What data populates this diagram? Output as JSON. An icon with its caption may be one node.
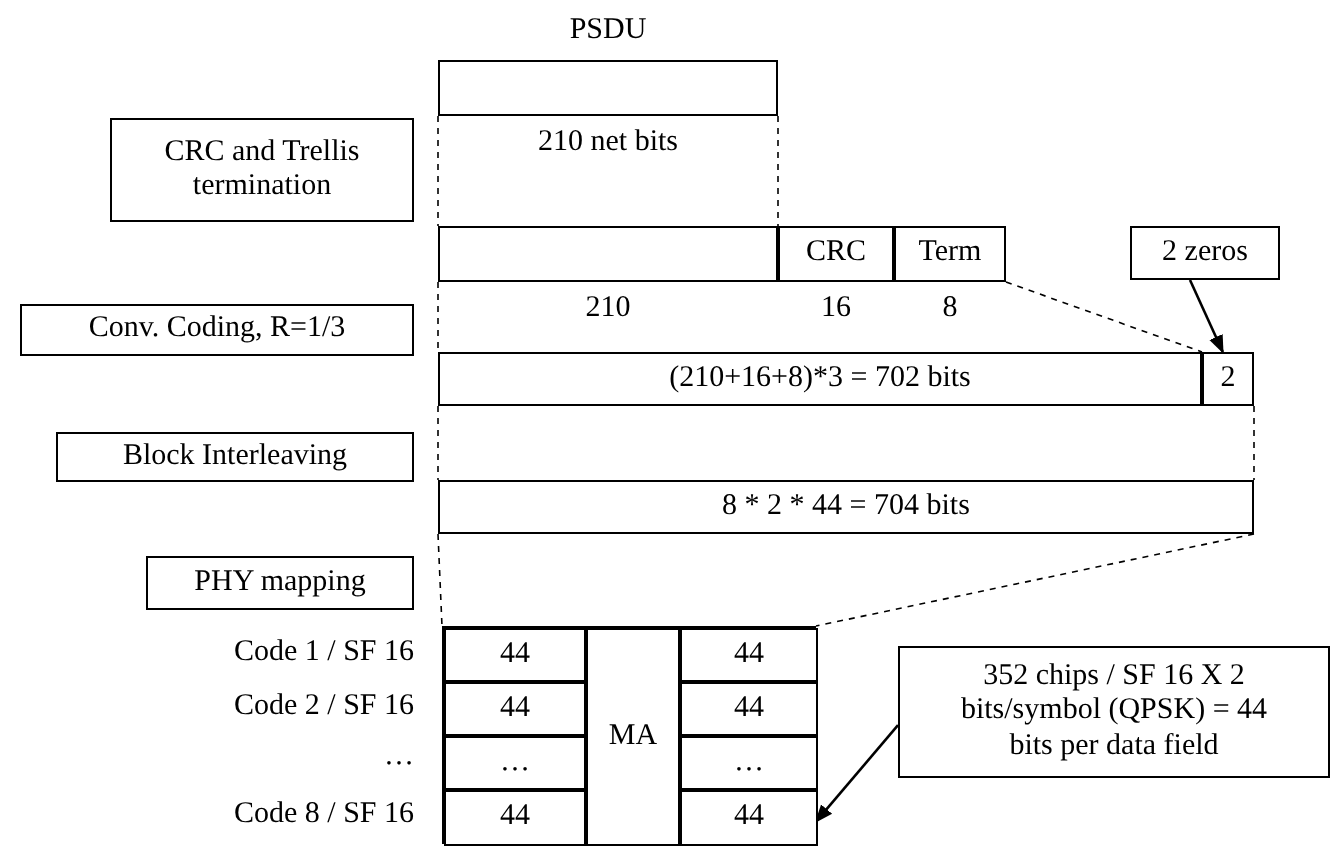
{
  "diagram": {
    "nodes": [
      {
        "text": [],
        "shape": "box",
        "beside": [
          "PSDU",
          "210 net bits"
        ]
      },
      {
        "text": [
          "CRC and Trellis termination"
        ]
      },
      {
        "text": [],
        "shape": "box",
        "beside": [
          "210"
        ]
      },
      {
        "text": [
          "CRC"
        ],
        "beside": [
          "16"
        ]
      },
      {
        "text": [
          "Term"
        ],
        "beside": [
          "8"
        ]
      },
      {
        "text": [
          "2 zeros"
        ]
      },
      {
        "text": [
          "Conv. Coding, R=1/3"
        ]
      },
      {
        "text": [
          "(210+16+8)*3 = 702 bits"
        ]
      },
      {
        "text": [
          "2"
        ]
      },
      {
        "text": [
          "Block Interleaving"
        ]
      },
      {
        "text": [
          "8 * 2 * 44 = 704 bits"
        ]
      },
      {
        "text": [
          "PHY mapping"
        ]
      },
      {
        "text": [],
        "shape": "box"
      },
      {
        "text": [
          "44"
        ],
        "in": 12
      },
      {
        "text": [
          "MA"
        ],
        "in": 12
      },
      {
        "text": [
          "44"
        ],
        "in": 12
      },
      {
        "text": [
          "44"
        ],
        "in": 12
      },
      {
        "text": [
          "44"
        ],
        "in": 12
      },
      {
        "text": [
          "…"
        ],
        "in": 12
      },
      {
        "text": [
          "…"
        ],
        "in": 12
      },
      {
        "text": [
          "44"
        ],
        "in": 12
      },
      {
        "text": [
          "44"
        ],
        "in": 12
      },
      {
        "text": [
          "352 chips / SF 16 X 2 bits/symbol (QPSK) = 44 bits per data field"
        ]
      }
    ],
    "edges": [
      {
        "from": 0,
        "to": 2,
        "arrow": "none",
        "style": "dashed"
      },
      {
        "from": 0,
        "to": 2,
        "arrow": "none",
        "style": "dashed"
      },
      {
        "from": 2,
        "to": 7,
        "arrow": "none",
        "style": "dashed"
      },
      {
        "from": 4,
        "to": 7,
        "arrow": "none",
        "style": "dashed"
      },
      {
        "from": 5,
        "to": 8,
        "arrow": "to"
      },
      {
        "from": 7,
        "to": 10,
        "arrow": "none",
        "style": "dashed"
      },
      {
        "from": 8,
        "to": 10,
        "arrow": "none",
        "style": "dashed"
      },
      {
        "from": 10,
        "to": 12,
        "arrow": "none",
        "style": "dashed"
      },
      {
        "from": 10,
        "to": 12,
        "arrow": "none",
        "style": "dashed"
      },
      {
        "from": 22,
        "to": 21,
        "arrow": "to"
      }
    ],
    "labels": [
      "Code 1 / SF 16",
      "Code 2 / SF 16",
      "…",
      "Code 8 / SF 16"
    ]
  }
}
